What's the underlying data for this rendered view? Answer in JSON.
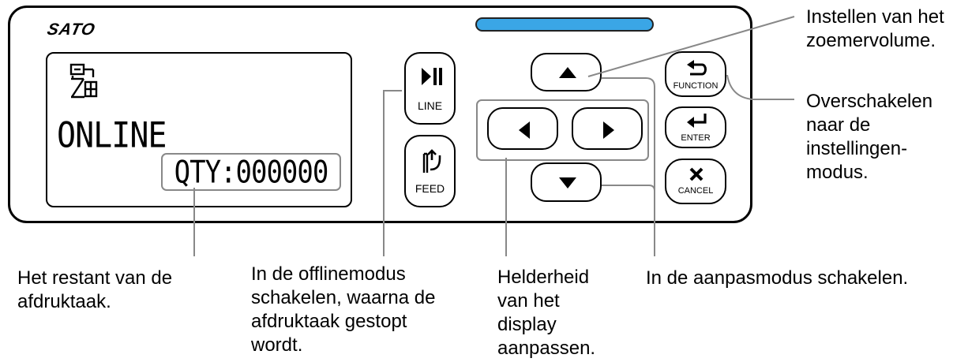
{
  "panel": {
    "brand": "SATO",
    "status_bar_color": "#3aa6e6",
    "lcd": {
      "status_text": "ONLINE",
      "qty_text": "QTY:000000",
      "icon": "network-icon"
    },
    "buttons": {
      "line": {
        "icon": "play-pause-icon",
        "label": "LINE"
      },
      "feed": {
        "icon": "feed-icon",
        "label": "FEED"
      },
      "up": {
        "icon": "up-arrow-icon"
      },
      "left": {
        "icon": "left-arrow-icon"
      },
      "right": {
        "icon": "right-arrow-icon"
      },
      "down": {
        "icon": "down-arrow-icon"
      },
      "function": {
        "icon": "return-icon",
        "label": "FUNCTION"
      },
      "enter": {
        "icon": "enter-icon",
        "label": "ENTER"
      },
      "cancel": {
        "icon": "close-icon",
        "label": "CANCEL"
      }
    }
  },
  "callouts": {
    "remaining": "Het restant van de\nafdruktaak.",
    "offline": "In de offlinemodus\nschakelen, waarna de\nafdruktaak gestopt\nwordt.",
    "brightness": "Helderheid\nvan het\ndisplay\naanpassen.",
    "adjust": "In de aanpasmodus schakelen.",
    "buzzer": "Instellen van het\nzoemervolume.",
    "settings": "Overschakelen\nnaar de\ninstellingen-\nmodus."
  }
}
